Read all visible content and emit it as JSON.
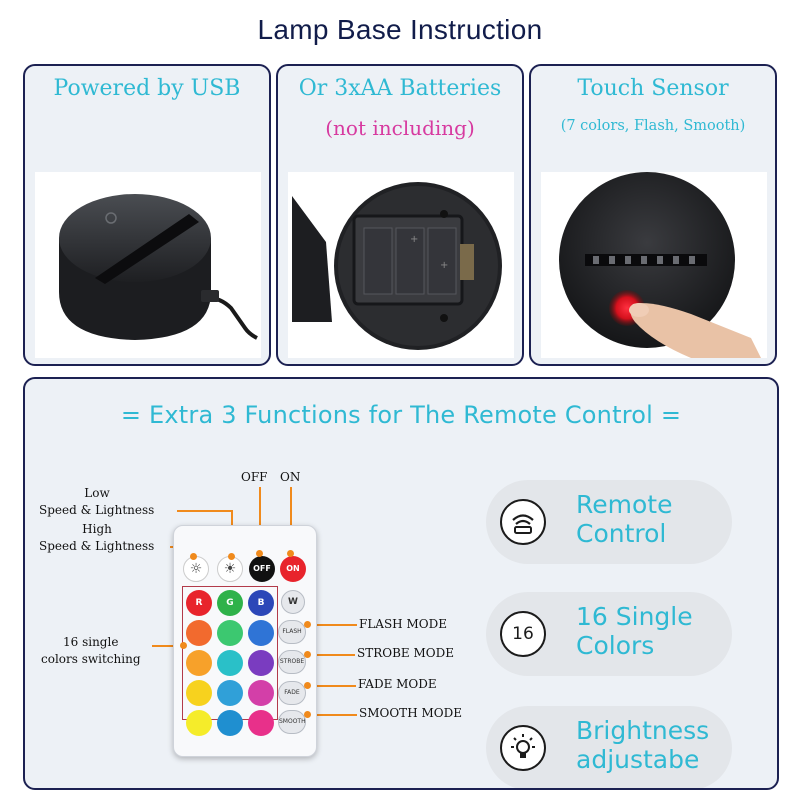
{
  "title": "Lamp Base Instruction",
  "panels": [
    {
      "title": "Powered by USB"
    },
    {
      "title": "Or 3xAA Batteries",
      "subtitle": "(not including)"
    },
    {
      "title": "Touch Sensor",
      "subtitle": "(7 colors, Flash, Smooth)"
    }
  ],
  "remote_section": {
    "title": "= Extra 3 Functions for The Remote Control =",
    "labels": {
      "low": "Low",
      "low_sub": "Speed & Lightness",
      "high": "High",
      "high_sub": "Speed & Lightness",
      "off": "OFF",
      "on": "ON",
      "colors_line1": "16 single",
      "colors_line2": "colors switching",
      "flash": "FLASH MODE",
      "strobe": "STROBE MODE",
      "fade": "FADE MODE",
      "smooth": "SMOOTH MODE"
    },
    "remote": {
      "btn_off": "OFF",
      "btn_on": "ON",
      "btn_r": "R",
      "btn_g": "G",
      "btn_b": "B",
      "btn_w": "W",
      "pill_flash": "FLASH",
      "pill_strobe": "STROBE",
      "pill_fade": "FADE",
      "pill_smooth": "SMOOTH",
      "color_buttons": [
        "#e8242c",
        "#2fb24a",
        "#2c47b8",
        "#f26a2e",
        "#3cc870",
        "#2f74d6",
        "#f7a12a",
        "#2ac0c8",
        "#7a3cc0",
        "#f7d21e",
        "#30a0d8",
        "#d33fa8",
        "#f5ec2a",
        "#1f8fd0",
        "#e8308a"
      ]
    }
  },
  "features": [
    {
      "icon": "remote-signal-icon",
      "line1": "Remote",
      "line2": "Control"
    },
    {
      "icon": "number-16-icon",
      "icon_text": "16",
      "line1": "16 Single",
      "line2": "Colors"
    },
    {
      "icon": "lightbulb-icon",
      "line1": "Brightness",
      "line2": "adjustabe"
    }
  ],
  "colors": {
    "accent": "#2fb9d3",
    "magenta": "#d73aa0",
    "border": "#1c2152",
    "leader": "#f08a1c"
  }
}
